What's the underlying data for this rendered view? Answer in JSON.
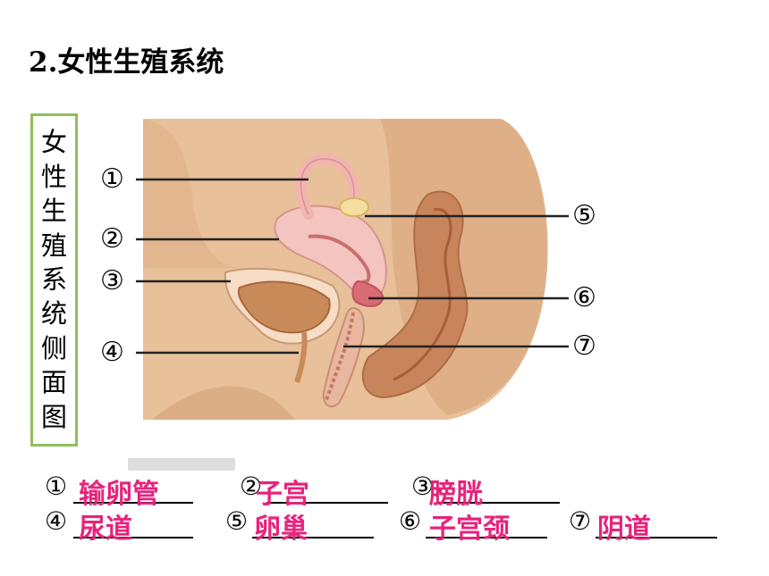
{
  "title": "2.女性生殖系统",
  "side_label": [
    "女",
    "性",
    "生",
    "殖",
    "系",
    "统",
    "侧",
    "面",
    "图"
  ],
  "markers": [
    "①",
    "②",
    "③",
    "④",
    "⑤",
    "⑥",
    "⑦"
  ],
  "answers": [
    {
      "num": "①",
      "text": "输卵管"
    },
    {
      "num": "②",
      "text": "子宫"
    },
    {
      "num": "③",
      "text": "膀胱"
    },
    {
      "num": "④",
      "text": "尿道"
    },
    {
      "num": "⑤",
      "text": "卵巢"
    },
    {
      "num": "⑥",
      "text": "子宫颈"
    },
    {
      "num": "⑦",
      "text": "阴道"
    }
  ],
  "colors": {
    "answer": "#e8237c",
    "frame": "#8dc05b",
    "skin_light": "#e8c09a",
    "skin_dark": "#d4a276",
    "uterus": "#f4c4c0",
    "rectum": "#c8845a"
  }
}
